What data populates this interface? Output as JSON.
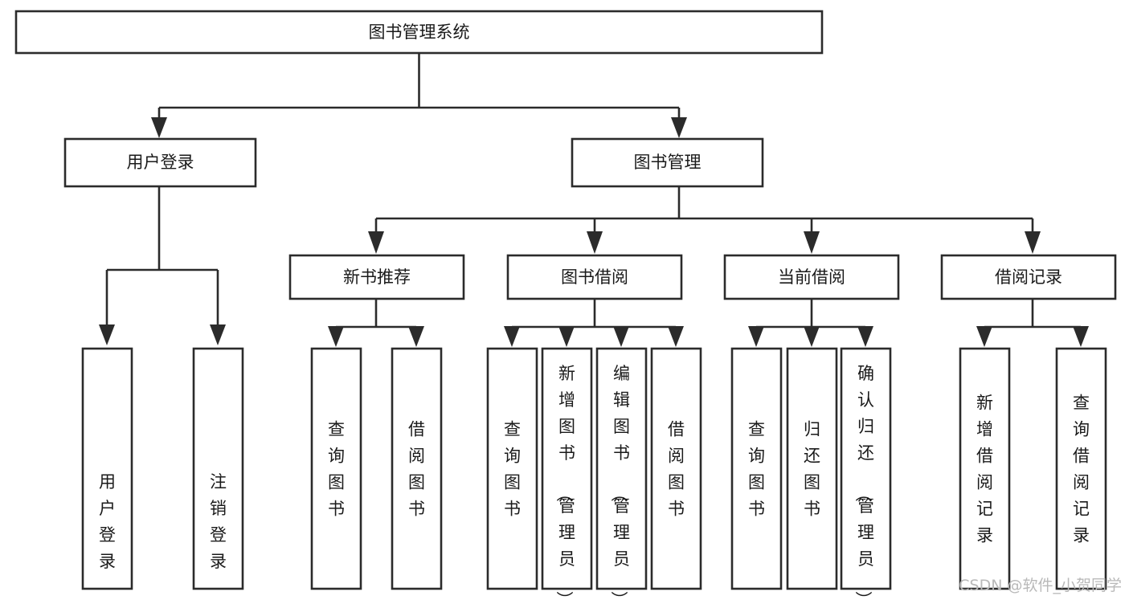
{
  "diagram": {
    "title": "图书管理系统",
    "orientation": "top-down-tree",
    "root": {
      "id": "root",
      "label": "图书管理系统",
      "text_orientation": "horizontal"
    },
    "level2": [
      {
        "id": "user-login",
        "label": "用户登录",
        "text_orientation": "horizontal",
        "children": [
          {
            "id": "user-login-do",
            "label": "用户登录",
            "text_orientation": "vertical",
            "text_align": "bottom"
          },
          {
            "id": "user-logout",
            "label": "注销登录",
            "text_orientation": "vertical",
            "text_align": "bottom"
          }
        ]
      },
      {
        "id": "book-manage",
        "label": "图书管理",
        "text_orientation": "horizontal",
        "children": [
          {
            "id": "new-book-recommend",
            "label": "新书推荐",
            "text_orientation": "horizontal",
            "children": [
              {
                "id": "recommend-query-book",
                "label": "查询图书",
                "text_orientation": "vertical",
                "text_align": "middle"
              },
              {
                "id": "recommend-borrow-book",
                "label": "借阅图书",
                "text_orientation": "vertical",
                "text_align": "middle"
              }
            ]
          },
          {
            "id": "book-borrow",
            "label": "图书借阅",
            "text_orientation": "horizontal",
            "children": [
              {
                "id": "borrow-query-book",
                "label": "查询图书",
                "text_orientation": "vertical",
                "text_align": "middle"
              },
              {
                "id": "borrow-add-book",
                "label": "新增图书（管理员）",
                "text_orientation": "vertical",
                "text_align": "top"
              },
              {
                "id": "borrow-edit-book",
                "label": "编辑图书（管理员）",
                "text_orientation": "vertical",
                "text_align": "top"
              },
              {
                "id": "borrow-borrow-book",
                "label": "借阅图书",
                "text_orientation": "vertical",
                "text_align": "middle"
              }
            ]
          },
          {
            "id": "current-borrow",
            "label": "当前借阅",
            "text_orientation": "horizontal",
            "children": [
              {
                "id": "current-query-book",
                "label": "查询图书",
                "text_orientation": "vertical",
                "text_align": "middle"
              },
              {
                "id": "current-return-book",
                "label": "归还图书",
                "text_orientation": "vertical",
                "text_align": "middle"
              },
              {
                "id": "current-confirm-return",
                "label": "确认归还（管理员）",
                "text_orientation": "vertical",
                "text_align": "top"
              }
            ]
          },
          {
            "id": "borrow-record",
            "label": "借阅记录",
            "text_orientation": "horizontal",
            "children": [
              {
                "id": "record-add",
                "label": "新增借阅记录",
                "text_orientation": "vertical",
                "text_align": "middle"
              },
              {
                "id": "record-query",
                "label": "查询借阅记录",
                "text_orientation": "vertical",
                "text_align": "middle"
              }
            ]
          }
        ]
      }
    ]
  },
  "watermark": {
    "text": "CSDN @软件_小贺同学"
  },
  "colors": {
    "stroke": "#2b2b2b",
    "box_fill": "#ffffff",
    "label": "#1a1a1a",
    "background": "#ffffff",
    "watermark": "#b9b9b9"
  }
}
